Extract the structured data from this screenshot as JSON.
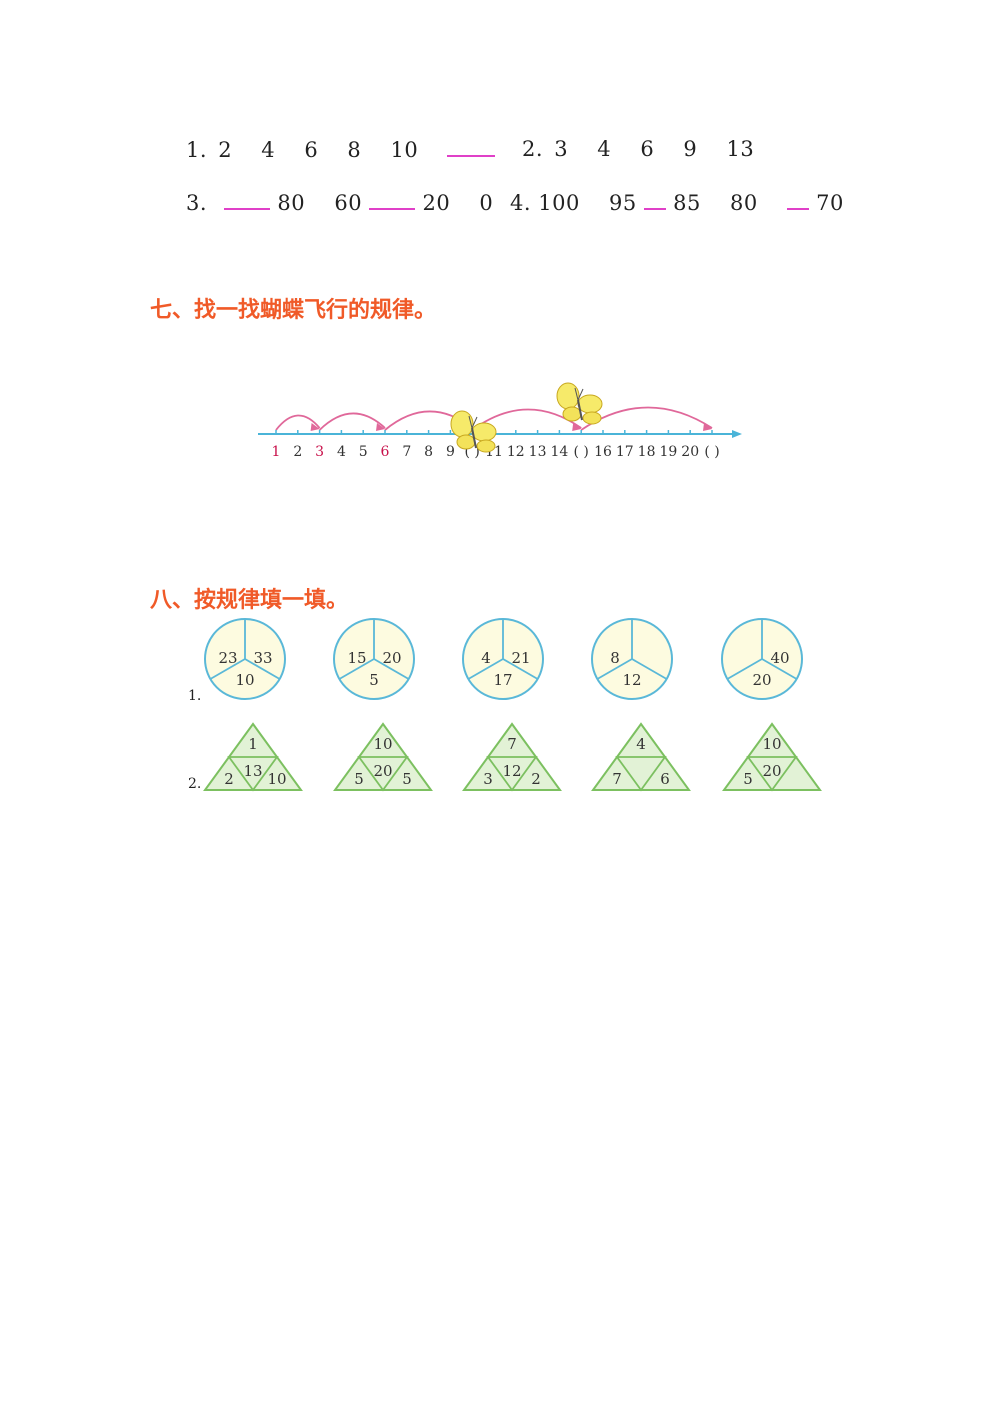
{
  "section6": {
    "q1": {
      "label": "1.",
      "terms": [
        "2",
        "4",
        "6",
        "8",
        "10"
      ]
    },
    "q2": {
      "label": "2.",
      "terms": [
        "3",
        "4",
        "6",
        "9",
        "13"
      ]
    },
    "q3": {
      "label": "3.",
      "terms": [
        "80",
        "60",
        "20",
        "0"
      ]
    },
    "q4": {
      "label": "4.",
      "terms": [
        "100",
        "95",
        "85",
        "80",
        "70"
      ]
    }
  },
  "section7": {
    "heading": "七、找一找蝴蝶飞行的规律。",
    "number_line": {
      "labels": [
        "1",
        "2",
        "3",
        "4",
        "5",
        "6",
        "7",
        "8",
        "9",
        "( )",
        "11",
        "12",
        "13",
        "14",
        "( )",
        "16",
        "17",
        "18",
        "19",
        "20",
        "( )"
      ],
      "highlighted": [
        "1",
        "3",
        "6"
      ],
      "highlight_color": "#c8104a",
      "arrow_color": "#e0689a",
      "axis_color": "#4ab4d8"
    }
  },
  "section8": {
    "heading": "八、按规律填一填。",
    "row1_label": "1.",
    "row2_label": "2.",
    "circles": [
      {
        "left": "23",
        "right": "33",
        "bottom": "10"
      },
      {
        "left": "15",
        "right": "20",
        "bottom": "5"
      },
      {
        "left": "4",
        "right": "21",
        "bottom": "17"
      },
      {
        "left": "8",
        "right": "",
        "bottom": "12"
      },
      {
        "left": "",
        "right": "40",
        "bottom": "20"
      }
    ],
    "triangles": [
      {
        "top": "1",
        "left": "2",
        "center": "13",
        "right": "10"
      },
      {
        "top": "10",
        "left": "5",
        "center": "20",
        "right": "5"
      },
      {
        "top": "7",
        "left": "3",
        "center": "12",
        "right": "2"
      },
      {
        "top": "4",
        "left": "7",
        "center": "",
        "right": "6"
      },
      {
        "top": "10",
        "left": "5",
        "center": "20",
        "right": ""
      }
    ],
    "circle_fill": "#fdfbe0",
    "circle_stroke": "#5ab8d8",
    "triangle_fill": "#e2f2d6",
    "triangle_stroke": "#7cc060"
  }
}
